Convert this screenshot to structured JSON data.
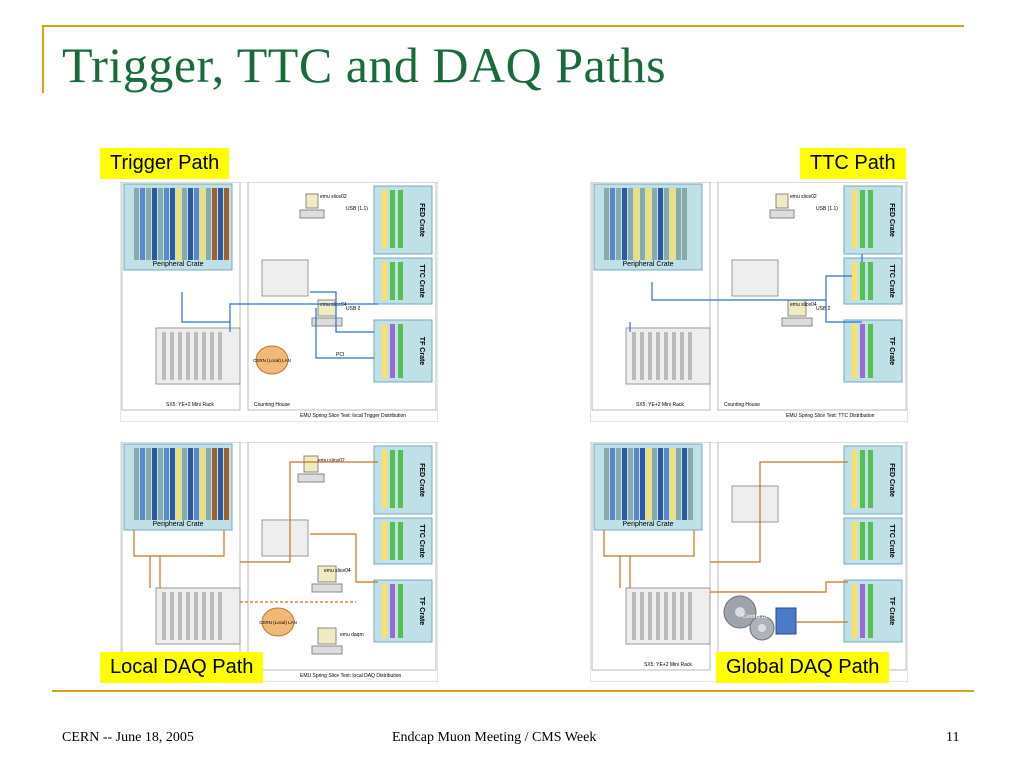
{
  "slide": {
    "title": "Trigger, TTC and DAQ Paths"
  },
  "footer": {
    "left": "CERN -- June 18, 2005",
    "center": "Endcap Muon Meeting / CMS Week",
    "page": "11"
  },
  "labels": {
    "trigger_path": "Trigger Path",
    "ttc_path": "TTC Path",
    "local_daq_path": "Local DAQ Path",
    "global_daq_path": "Global DAQ Path"
  },
  "diagram": {
    "peripheral_crate": "Peripheral Crate",
    "fed_crate": "FED Crate",
    "ttc_crate": "TTC Crate",
    "tf_crate": "TF Crate",
    "mini_rack": "SX5: YE+2 Mini Rack",
    "counting_house": "Counting House",
    "emu_slice02": "emu slice02",
    "emu_slice04": "emu slice04",
    "emu_daqm": "emu daqm",
    "usb11": "USB (1.1)",
    "usb2": "USB 2",
    "pci": "PCI",
    "cern_lan": "CERN (Local) LAN",
    "central_daq": "Central DAQ",
    "caption_trigger": "EMU Spring Slice Test: local Trigger Distribution",
    "caption_ttc": "EMU Spring Slice Test: TTC Distribution",
    "caption_local_daq": "EMU Spring Slice Test: local DAQ Distribution"
  },
  "colors": {
    "title": "#1a6b3c",
    "rule": "#d9a21b",
    "highlight": "#ffff00",
    "crate_fill": "#bfe0e6",
    "trigger_line": "#2c6fd1",
    "daq_line": "#c8741e"
  }
}
